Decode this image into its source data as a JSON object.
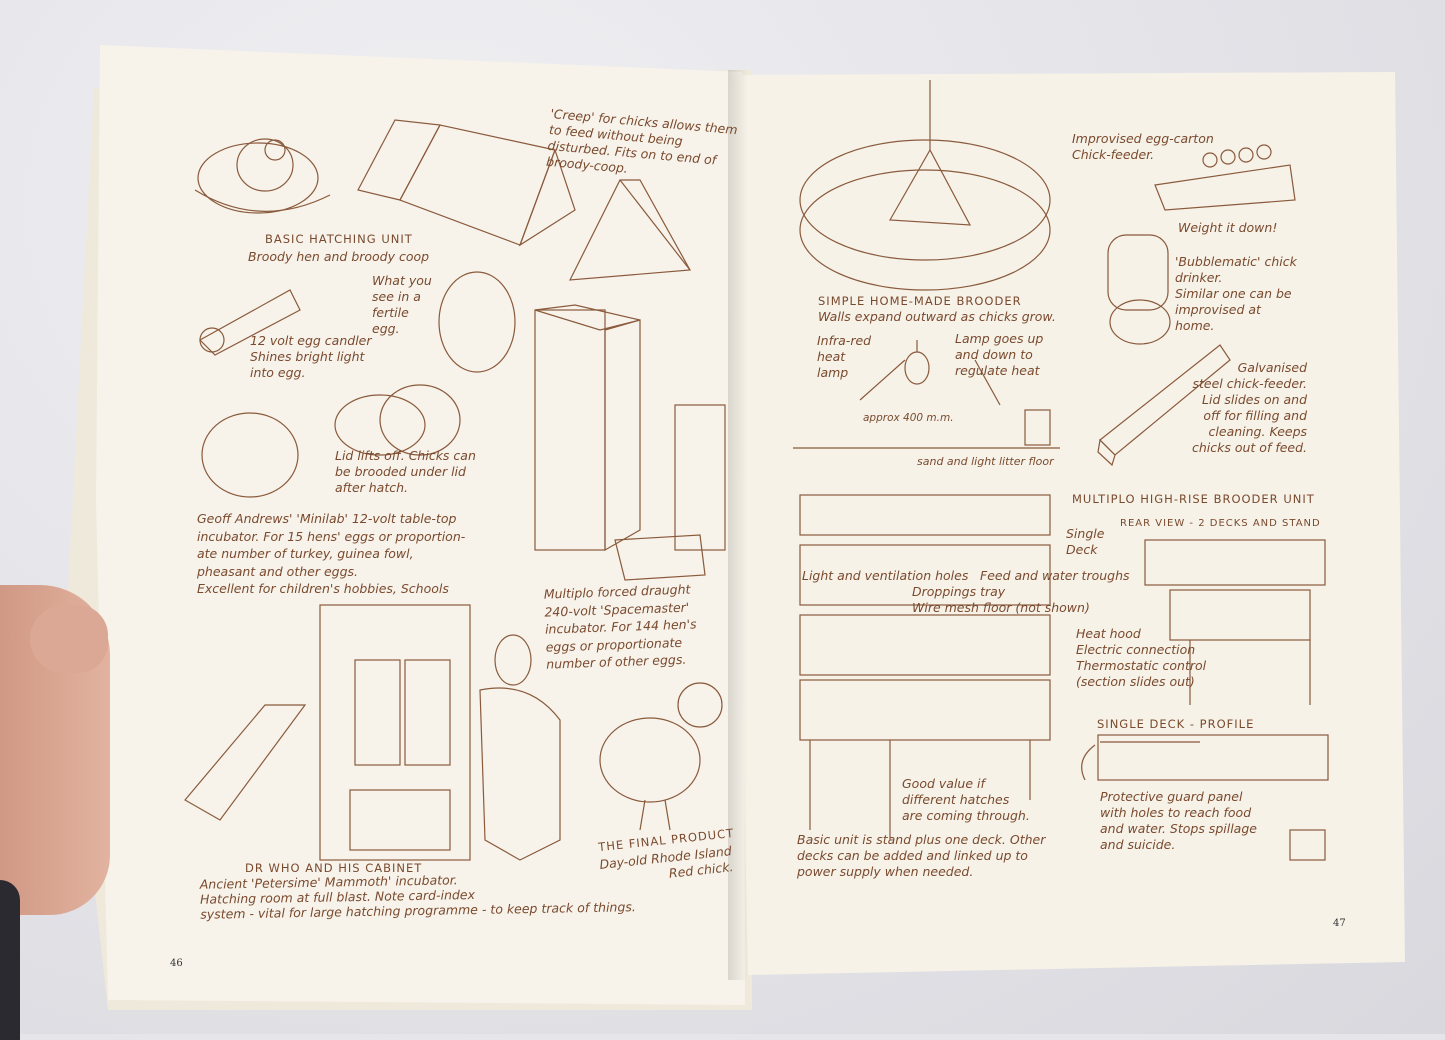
{
  "left_page": {
    "page_number": "46",
    "captions": {
      "creep": [
        "'Creep' for chicks allows them",
        "to feed without being",
        "disturbed. Fits on to end of",
        "broody-coop."
      ],
      "basic_title": [
        "BASIC HATCHING UNIT"
      ],
      "basic_sub": [
        "Broody hen and broody coop"
      ],
      "fertile": [
        "What you",
        "see in a",
        "fertile",
        "egg."
      ],
      "candler": [
        "12 volt egg candler",
        "Shines bright light",
        "into egg."
      ],
      "lid": [
        "Lid lifts off. Chicks can",
        "be brooded under lid",
        "after hatch."
      ],
      "minilab": [
        "Geoff Andrews' 'Minilab' 12-volt table-top",
        "incubator. For 15 hens' eggs or proportion-",
        "ate number of turkey, guinea fowl,",
        "pheasant and other eggs.",
        "Excellent for children's hobbies, Schools"
      ],
      "multiplo": [
        "Multiplo forced draught",
        "240-volt 'Spacemaster'",
        "incubator. For 144 hen's",
        "eggs or proportionate",
        "number of other eggs."
      ],
      "drwho": [
        "DR WHO AND HIS CABINET"
      ],
      "drwho_sub": [
        "Ancient 'Petersime' Mammoth' incubator.",
        "Hatching room at full blast. Note card-index",
        "system - vital for large hatching programme - to keep track of things."
      ],
      "final": [
        "THE FINAL PRODUCT"
      ],
      "final_sub": [
        "Day-old Rhode Island",
        "Red chick."
      ]
    }
  },
  "right_page": {
    "page_number": "47",
    "captions": {
      "eggcarton": [
        "Improvised egg-carton",
        "Chick-feeder."
      ],
      "weight": [
        "Weight it down!"
      ],
      "bubble": [
        "'Bubblematic' chick",
        "drinker.",
        "Similar one can be",
        "improvised at",
        "home."
      ],
      "brooder_title": [
        "SIMPLE HOME-MADE BROODER"
      ],
      "brooder_sub": [
        "Walls expand outward as chicks grow."
      ],
      "infrared": [
        "Infra-red",
        "heat",
        "lamp"
      ],
      "lamp": [
        "Lamp goes up",
        "and down to",
        "regulate heat"
      ],
      "approx": [
        "approx 400 m.m."
      ],
      "sand": [
        "sand and light litter floor"
      ],
      "galv": [
        "Galvanised",
        "steel chick-feeder.",
        "Lid slides on and",
        "off for filling and",
        "cleaning. Keeps",
        "chicks out of feed."
      ],
      "highrise": [
        "MULTIPLO HIGH-RISE BROODER UNIT"
      ],
      "rear": [
        "REAR VIEW - 2 DECKS AND STAND"
      ],
      "single": [
        "Single",
        "Deck"
      ],
      "light": [
        "Light and ventilation holes"
      ],
      "feed": [
        "Feed and water troughs"
      ],
      "drop": [
        "Droppings tray",
        "Wire mesh floor (not shown)"
      ],
      "heat": [
        "Heat hood",
        "Electric connection",
        "Thermostatic control",
        "(section slides out)"
      ],
      "profile": [
        "SINGLE DECK - PROFILE"
      ],
      "goodvalue": [
        "Good value if",
        "different hatches",
        "are coming through."
      ],
      "basicunit": [
        "Basic unit is stand plus one deck. Other",
        "decks can be added and linked up to",
        "power supply when needed."
      ],
      "protective": [
        "Protective guard panel",
        "with holes to reach food",
        "and water. Stops spillage",
        "and suicide."
      ]
    }
  },
  "colors": {
    "ink": "#7a4a2e",
    "paper": "#f7f3ea",
    "fabric": "#e6e6ea"
  }
}
